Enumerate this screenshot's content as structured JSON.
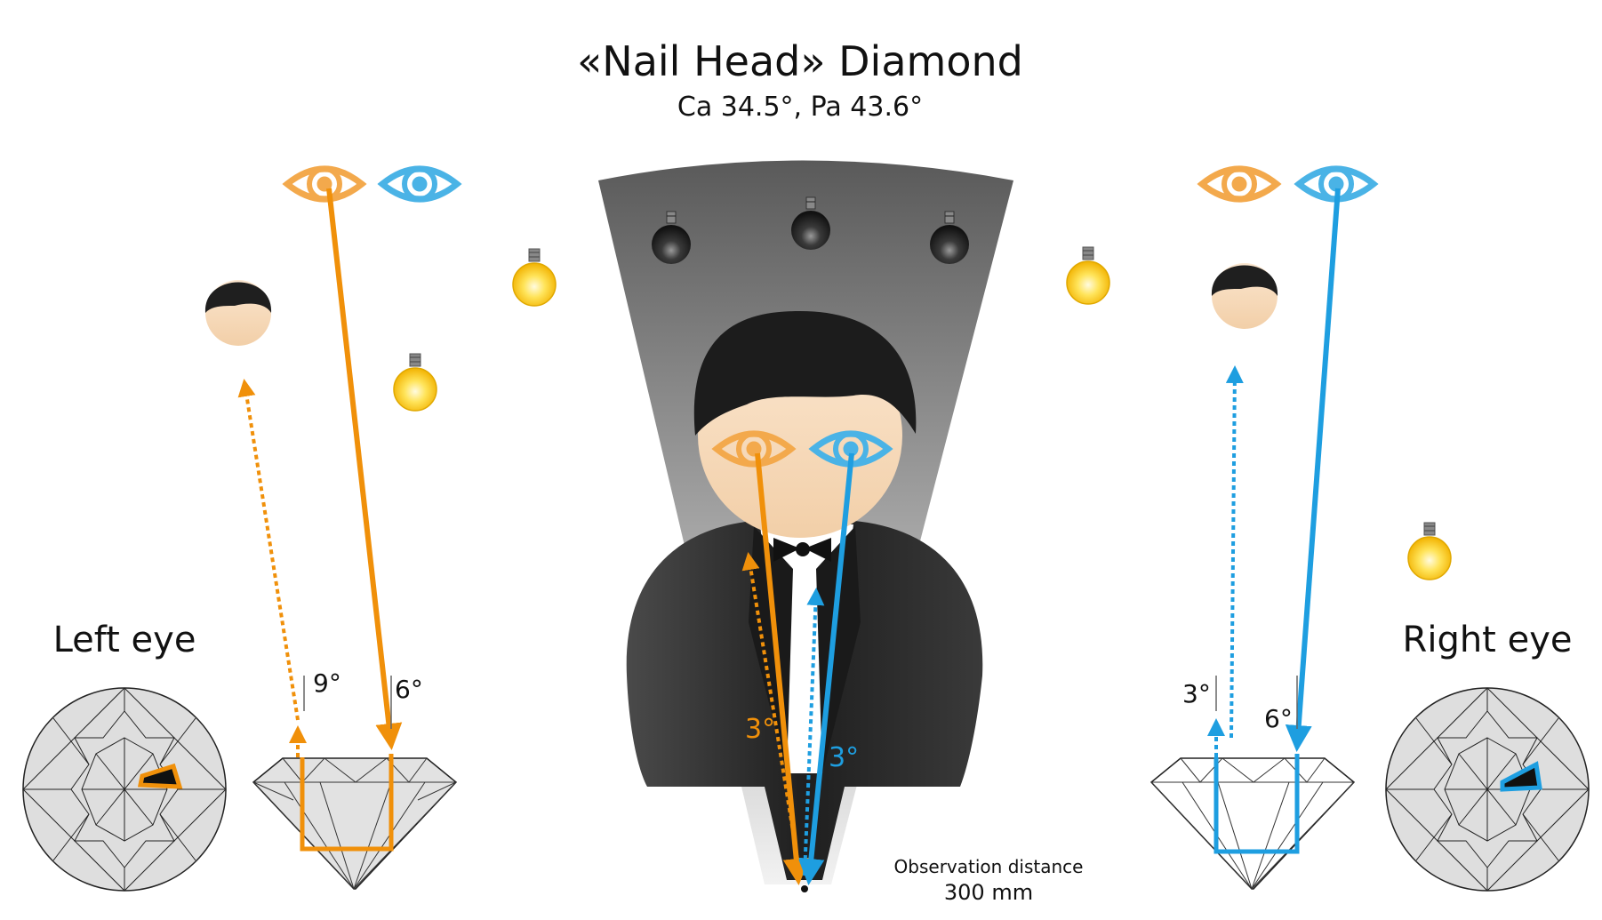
{
  "title": "«Nail Head» Diamond",
  "subtitle": "Ca 34.5°, Pa 43.6°",
  "left_label": "Left eye",
  "right_label": "Right eye",
  "angles": {
    "left_exit": "9°",
    "left_entry": "6°",
    "center_orange": "3°",
    "center_blue": "3°",
    "right_exit": "3°",
    "right_entry": "6°"
  },
  "observation": {
    "label": "Observation distance",
    "value": "300 mm"
  },
  "colors": {
    "orange": "#f0900a",
    "blue": "#1e9ee0",
    "orange_eye": "#f3a94c",
    "blue_eye": "#4ab3e6",
    "bulb_yellow": "#ffd21a",
    "suit": "#2b2b2b",
    "face": "#f7dcc0"
  },
  "icons": [
    "eye-icon",
    "head-icon",
    "lightbulb-icon",
    "diamond-top-icon",
    "diamond-side-icon",
    "bowtie-icon"
  ]
}
